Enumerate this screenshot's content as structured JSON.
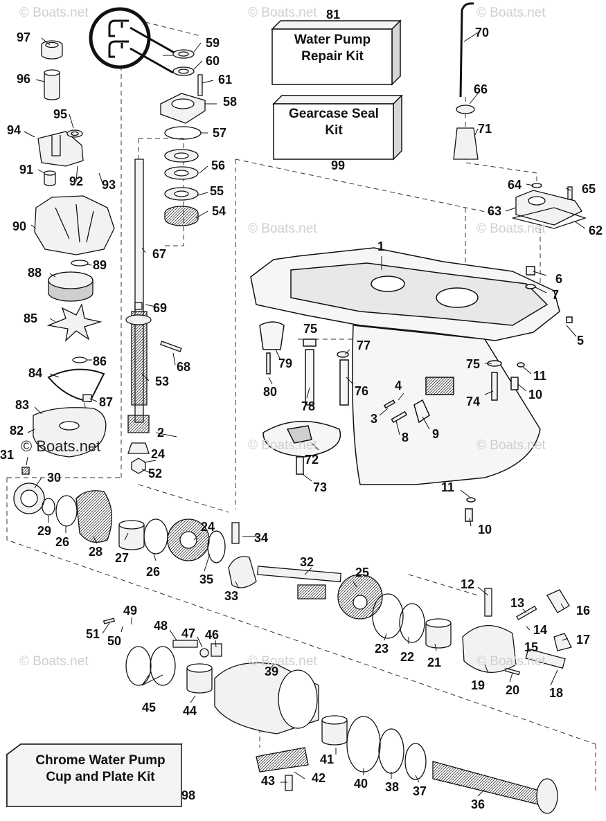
{
  "kits": {
    "water_pump_repair": {
      "line1": "Water Pump",
      "line2": "Repair Kit",
      "number": "81"
    },
    "gearcase_seal": {
      "line1": "Gearcase Seal",
      "line2": "Kit",
      "number": "99"
    },
    "chrome_water_pump": {
      "line1": "Chrome Water Pump",
      "line2": "Cup and Plate Kit",
      "number": "98"
    }
  },
  "watermark": {
    "text": "© Boats.net"
  },
  "part_numbers": [
    "1",
    "2",
    "3",
    "4",
    "5",
    "6",
    "7",
    "8",
    "9",
    "10",
    "10",
    "11",
    "11",
    "12",
    "13",
    "14",
    "15",
    "16",
    "17",
    "18",
    "19",
    "20",
    "21",
    "22",
    "23",
    "24",
    "24",
    "25",
    "26",
    "26",
    "27",
    "28",
    "29",
    "30",
    "31",
    "32",
    "33",
    "34",
    "35",
    "36",
    "37",
    "38",
    "39",
    "40",
    "41",
    "42",
    "43",
    "44",
    "45",
    "46",
    "47",
    "48",
    "49",
    "50",
    "51",
    "52",
    "53",
    "54",
    "55",
    "56",
    "57",
    "58",
    "59",
    "60",
    "61",
    "62",
    "63",
    "64",
    "65",
    "66",
    "67",
    "68",
    "69",
    "70",
    "71",
    "72",
    "73",
    "74",
    "75",
    "75",
    "76",
    "77",
    "78",
    "79",
    "80",
    "82",
    "83",
    "84",
    "85",
    "86",
    "87",
    "88",
    "89",
    "90",
    "91",
    "92",
    "93",
    "94",
    "95",
    "96",
    "97"
  ],
  "colors": {
    "line": "#1a1a1a",
    "fill_light": "#f2f2f2",
    "fill_mid": "#d9d9d9",
    "watermark": "#cfcfcf"
  }
}
